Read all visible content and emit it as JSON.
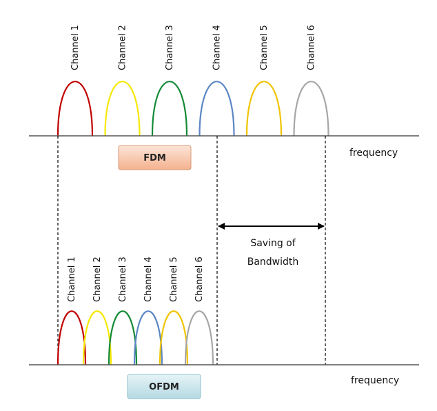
{
  "fdm": {
    "label": "FDM",
    "axis_label": "frequency",
    "box_color": "#f7c1a4",
    "channels": [
      {
        "label": "Channel 1",
        "color": "#c00000"
      },
      {
        "label": "Channel 2",
        "color": "#f5e800"
      },
      {
        "label": "Channel 3",
        "color": "#138a36"
      },
      {
        "label": "Channel 4",
        "color": "#5b86c4"
      },
      {
        "label": "Channel 5",
        "color": "#f0c400"
      },
      {
        "label": "Channel 6",
        "color": "#a6a6a6"
      }
    ]
  },
  "ofdm": {
    "label": "OFDM",
    "axis_label": "frequency",
    "box_color": "#c6e3ea",
    "channels": [
      {
        "label": "Channel 1",
        "color": "#c00000"
      },
      {
        "label": "Channel 2",
        "color": "#f5e800"
      },
      {
        "label": "Channel 3",
        "color": "#138a36"
      },
      {
        "label": "Channel 4",
        "color": "#5b86c4"
      },
      {
        "label": "Channel 5",
        "color": "#f0c400"
      },
      {
        "label": "Channel 6",
        "color": "#a6a6a6"
      }
    ]
  },
  "saving": {
    "line1": "Saving of",
    "line2": "Bandwidth"
  }
}
